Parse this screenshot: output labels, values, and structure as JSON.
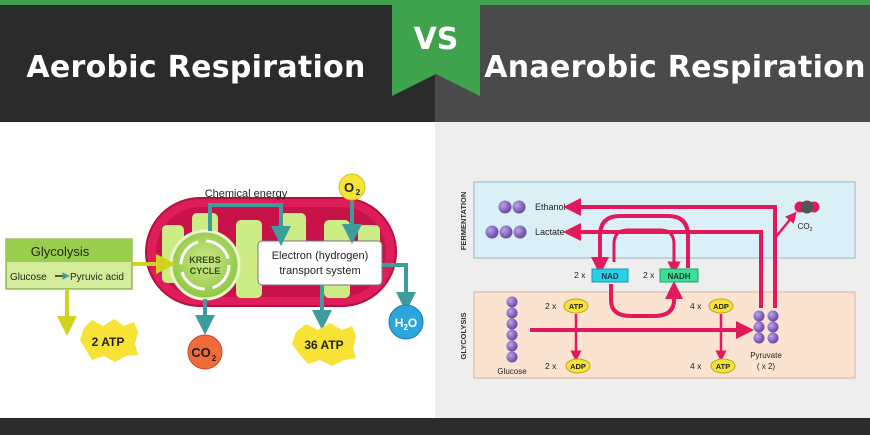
{
  "header": {
    "left_title": "Aerobic Respiration",
    "vs": "VS",
    "right_title": "Anaerobic Respiration"
  },
  "colors": {
    "accent_green": "#3fa34d",
    "header_dark": "#2b2b2b",
    "header_gray": "#4a4a4a",
    "mitochondrion": "#e01d5b",
    "cristae": "#cdec86",
    "teal_arrow": "#3f9c9c",
    "yellow_arrow": "#cfd21f",
    "atp_yellow": "#f6e336",
    "co2_orange": "#f06a3a",
    "h2o_blue": "#2aa6dc",
    "pink_arrow": "#e2195b",
    "purple_molecule": "#8161bd",
    "fermentation_bg": "#dbeff7",
    "glycolysis_bg": "#fbe3d1",
    "nad_cyan": "#2ad0e8",
    "nadh_green": "#3ddf98"
  },
  "aerobic": {
    "glycolysis_title": "Glycolysis",
    "glycolysis_sub_left": "Glucose",
    "glycolysis_sub_right": "Pyruvic acid",
    "krebs_line1": "KREBS",
    "krebs_line2": "CYCLE",
    "chemical_energy": "Chemical energy",
    "etc_line1": "Electron (hydrogen)",
    "etc_line2": "transport system",
    "o2_main": "O",
    "o2_sub": "2",
    "h2o_h": "H",
    "h2o_2": "2",
    "h2o_o": "O",
    "co2_main": "CO",
    "co2_sub": "2",
    "atp_2": "2 ATP",
    "atp_36": "36 ATP"
  },
  "anaerobic": {
    "fermentation_label": "FERMENTATION",
    "glycolysis_label": "GLYCOLYSIS",
    "ethanol": "Ethanol",
    "lactate": "Lactate",
    "co2_main": "CO",
    "co2_sub": "2",
    "nad_mult": "2 x",
    "nad": "NAD",
    "nadh_mult": "2 x",
    "nadh": "NADH",
    "atp_in_mult": "2 x",
    "atp_in": "ATP",
    "adp_in_mult": "4 x",
    "adp_in": "ADP",
    "adp_out_mult": "2 x",
    "adp_out": "ADP",
    "atp_out_mult": "4 x",
    "atp_out": "ATP",
    "glucose": "Glucose",
    "pyruvate": "Pyruvate",
    "pyruvate_count": "( x 2)"
  }
}
